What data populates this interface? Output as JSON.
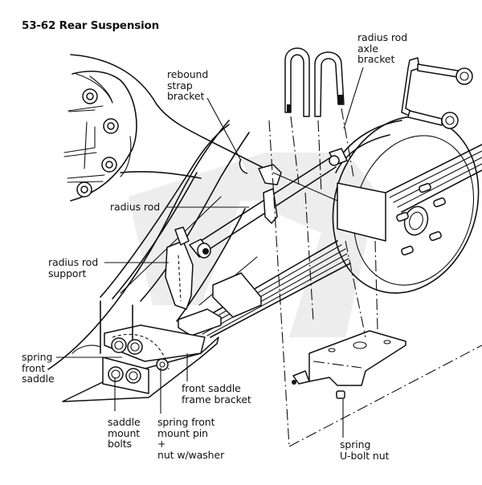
{
  "title": "53-62 Rear Suspension",
  "labels": {
    "rebound_strap_bracket": "rebound\nstrap\nbracket",
    "radius_rod_axle_bracket": "radius rod\naxle\nbracket",
    "radius_rod": "radius rod",
    "radius_rod_support": "radius rod\nsupport",
    "spring_front_saddle": "spring\nfront\nsaddle",
    "front_saddle_frame_bracket": "front saddle\nframe bracket",
    "saddle_mount_bolts": "saddle\nmount\nbolts",
    "spring_front_mount_pin": "spring front\nmount pin\n+\nnut w/washer",
    "spring_ubolt_nut": "spring\nU-bolt nut"
  },
  "watermark": "watermark-logo"
}
